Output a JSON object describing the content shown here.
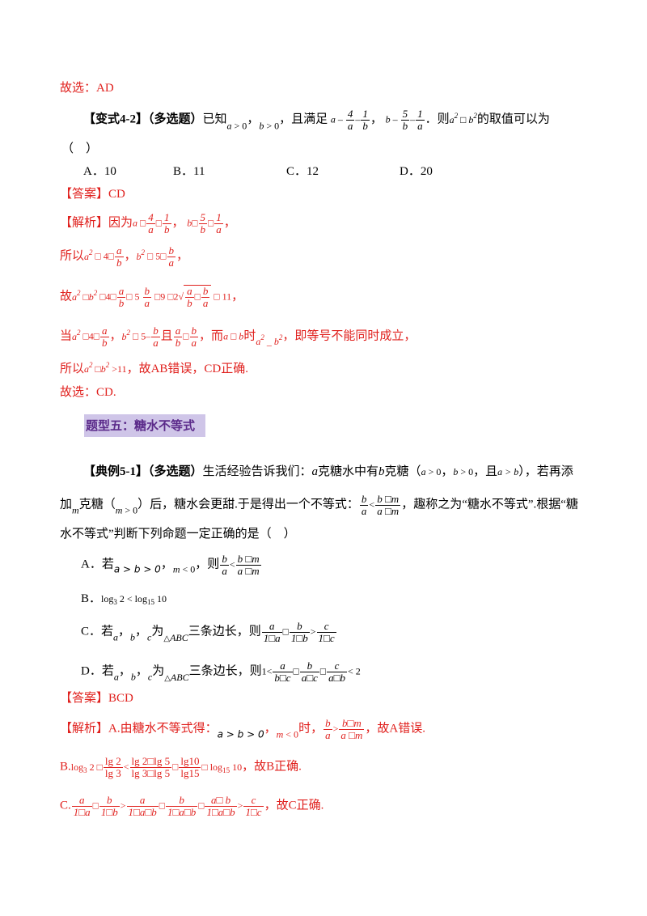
{
  "p1": {
    "conclusion": "故选：AD"
  },
  "q42": {
    "tag": "【变式4-2】",
    "type": "（多选题）",
    "t1": "已知",
    "t2": "，",
    "t3": "，且满足",
    "t4": "，",
    "t5": "．则",
    "t6": "的取值可以为",
    "paren": "（　）",
    "options": [
      "A．10",
      "B．11",
      "C．12",
      "D．20"
    ],
    "answer": "【答案】CD",
    "analysis_tag": "【解析】",
    "s1a": "因为",
    "s1b": "，",
    "s1c": "，",
    "s2a": "所以",
    "s2b": "，",
    "s2c": "，",
    "s3a": "故",
    "s3b": "，",
    "s4a": "当",
    "s4b": "，",
    "s4c": "且",
    "s4d": "，而",
    "s4e": "时",
    "s4f": "，即等号不能同时成立，",
    "s5a": "所以",
    "s5b": "，故AB错误，CD正确.",
    "conclusion": "故选：CD."
  },
  "section": {
    "title": "题型五：糖水不等式"
  },
  "q51": {
    "tag": "【典例5-1】",
    "type": "（多选题）",
    "t1": "生活经验告诉我们：",
    "t2": "克糖水中有",
    "t3": "克糖（",
    "t4": "，",
    "t5": "，且",
    "t6": "），若再添",
    "l2a": "加",
    "l2b": "克糖（",
    "l2c": "）后，糖水会更甜.于是得出一个不等式：",
    "l2d": "，趣称之为“糖水不等式”.根据“糖",
    "l3": "水不等式”判断下列命题一定正确的是（　）",
    "optA_a": "A．若",
    "optA_b": "，",
    "optA_c": "，则",
    "optB": "B．",
    "optC_a": "C．若",
    "optC_b": "，",
    "optC_c": "，",
    "optC_d": "为",
    "optC_e": "三条边长，则",
    "optD_a": "D．若",
    "optD_e": "三条边长，则",
    "answer": "【答案】BCD",
    "analysis_tag": "【解析】",
    "sa1": "A.由糖水不等式得：",
    "sa2": "，",
    "sa3": "时，",
    "sa4": "，故A错误.",
    "sb1": "B.",
    "sb2": "，故B正确.",
    "sc1": "C.",
    "sc2": "，故C正确."
  }
}
